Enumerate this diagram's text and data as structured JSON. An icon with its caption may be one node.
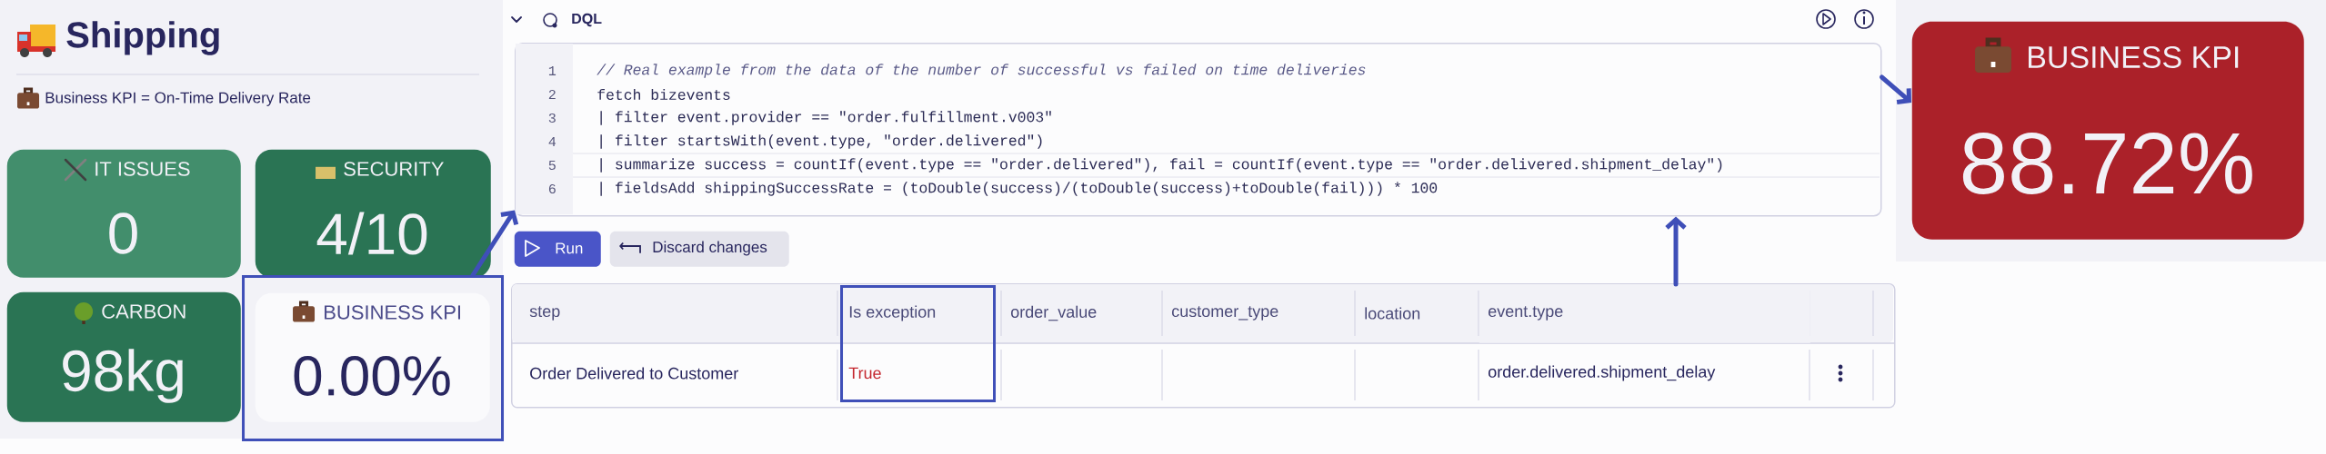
{
  "diagram": {
    "nodes": [
      {
        "text": [
          "IT ISSUES",
          "0"
        ]
      },
      {
        "text": [
          "SECURITY",
          "4/10"
        ]
      },
      {
        "text": [
          "CARBON",
          "98kg"
        ]
      },
      {
        "text": [],
        "shape": "box"
      },
      {
        "text": [
          "BUSINESS KPI",
          "0.00%"
        ],
        "in": 3
      },
      {
        "text": [
          "// Real example from the data of the number of successful vs failed on time deliveries",
          "fetch bizevents",
          "| filter event.provider == \"order.fulfillment.v003\"",
          "| filter startsWith(event.type, \"order.delivered\")",
          "| summarize success = countIf(event.type == \"order.delivered\"), fail = countIf(event.type == \"order.delivered.shipment_delay\")",
          "| fieldsAdd shippingSuccessRate = (toDouble(success)/(toDouble(success)+toDouble(fail))) * 100"
        ]
      },
      {
        "text": [
          "Run"
        ]
      },
      {
        "text": [
          "Discard changes"
        ]
      },
      {
        "text": [],
        "shape": "box"
      },
      {
        "text": [
          "Is exception",
          "True"
        ],
        "in": 8
      },
      {
        "text": [
          "event.type"
        ],
        "in": 8
      },
      {
        "text": [
          "BUSINESS KPI",
          "88.72%"
        ]
      }
    ],
    "edges": [
      {
        "from": 3,
        "to": 5,
        "arrow": "to"
      },
      {
        "from": 10,
        "to": 5,
        "arrow": "to"
      },
      {
        "from": 5,
        "to": 11,
        "arrow": "to"
      }
    ],
    "labels": [
      "Shipping",
      "Business KPI = On-Time Delivery Rate",
      "DQL",
      "1",
      "2",
      "3",
      "4",
      "5",
      "6",
      "step",
      "order_value",
      "customer_type",
      "location",
      "Order Delivered to Customer",
      "order.delivered.shipment_delay"
    ]
  }
}
